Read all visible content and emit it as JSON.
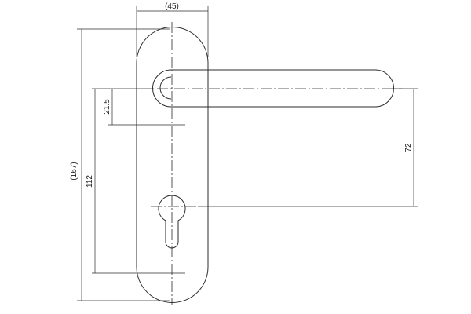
{
  "dimensions": {
    "plate_width": "(45)",
    "plate_height": "(167)",
    "centre_distance": "112",
    "handle_offset": "21.5",
    "handle_to_cylinder": "72"
  }
}
